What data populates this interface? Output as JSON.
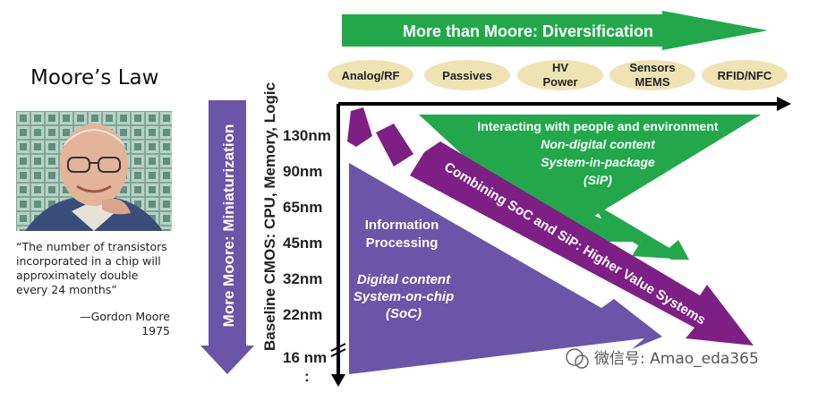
{
  "title": "Moore’s Law",
  "quote": {
    "text": "“The number of transistors incorporated in a chip will approximately double every 24 months”",
    "author": "—Gordon Moore",
    "year": "1975"
  },
  "more_than_moore": "More than Moore:  Diversification",
  "more_moore": "More Moore:  Miniaturization",
  "baseline": "Baseline CMOS:  CPU, Memory, Logic",
  "categories": [
    "Analog/RF",
    "Passives",
    "HV",
    "Power",
    "Sensors",
    "MEMS",
    "RFID/NFC"
  ],
  "nodes": [
    "130nm",
    "90nm",
    "65nm",
    "45nm",
    "32nm",
    "22nm",
    "16 nm"
  ],
  "ellipsis": ":",
  "green_block": {
    "line1": "Interacting with people and environment",
    "line2": "Non-digital content",
    "line3": "System-in-package",
    "line4": "(SiP)"
  },
  "purple_block": {
    "line1": "Information",
    "line2": "Processing",
    "line3": "Digital content",
    "line4": "System-on-chip",
    "line5": "(SoC)"
  },
  "combining": "Combining SoC and SiP:  Higher Value Systems",
  "watermark": "微信号: Amao_eda365",
  "colors": {
    "green": "#22a84a",
    "purple_light": "#6a55a8",
    "purple_dark": "#7e1f86",
    "pill": "#efe3b4",
    "axis": "#000000"
  }
}
